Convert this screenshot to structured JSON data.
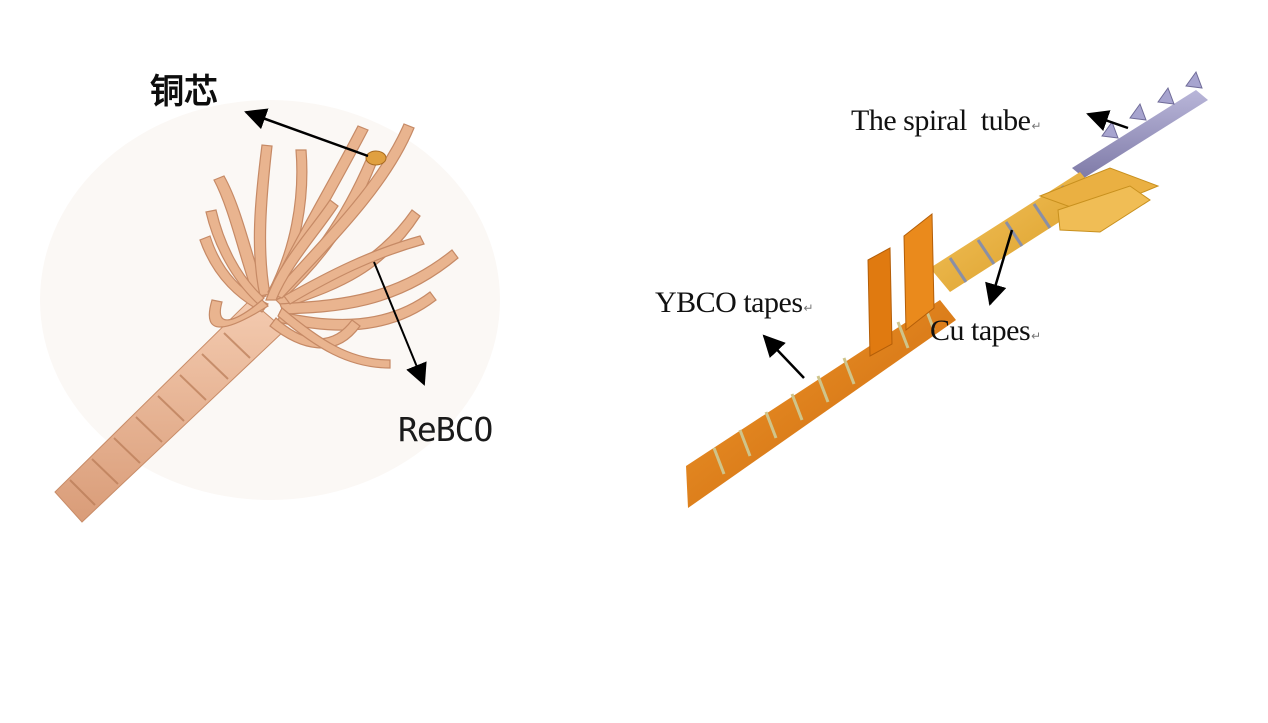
{
  "left_panel": {
    "copper_core_label": "铜芯",
    "rebco_label": "ReBCO"
  },
  "right_panel": {
    "spiral_tube_label": "The spiral  tube",
    "ybco_label": "YBCO tapes",
    "cu_label": "Cu tapes",
    "paragraph_mark": "↵"
  },
  "colors": {
    "copper_tape": "#e9b48f",
    "copper_tape_dark": "#c98f6b",
    "ybco_orange": "#e47f14",
    "cu_gold": "#e8ac2e",
    "spiral_tube_lavender": "#9b98c2",
    "arrow": "#000000"
  }
}
